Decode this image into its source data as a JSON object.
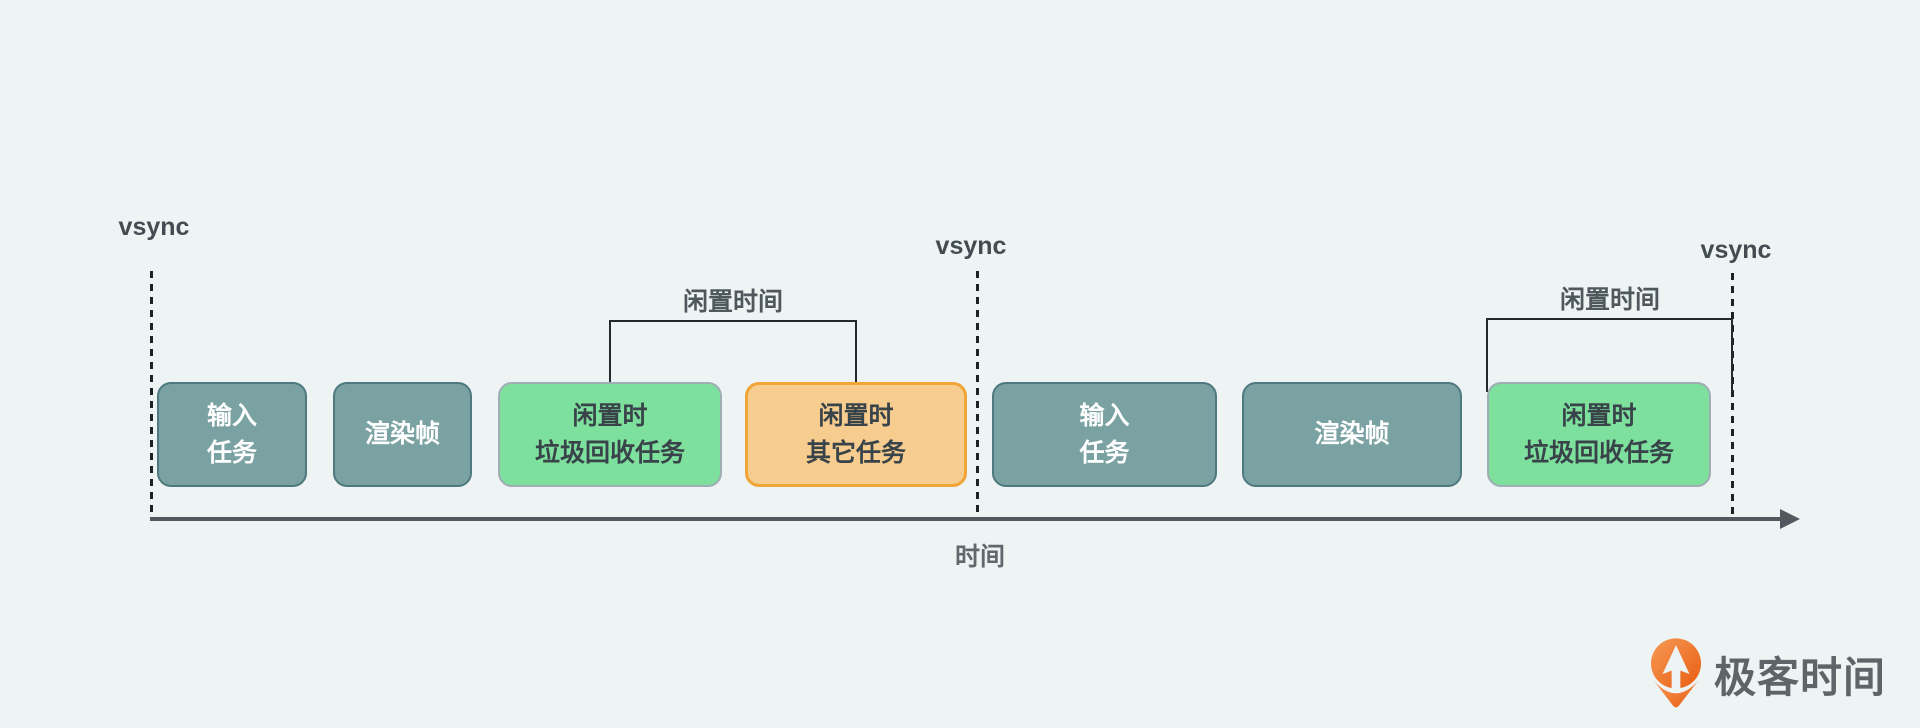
{
  "diagram": {
    "vsync_markers": [
      {
        "label": "vsync"
      },
      {
        "label": "vsync"
      },
      {
        "label": "vsync"
      }
    ],
    "idle_brackets": [
      {
        "label": "闲置时间"
      },
      {
        "label": "闲置时间"
      }
    ],
    "boxes": [
      {
        "id": "input-task-1",
        "type": "teal",
        "line1": "输入",
        "line2": "任务"
      },
      {
        "id": "render-frame-1",
        "type": "teal",
        "line1": "渲染帧"
      },
      {
        "id": "idle-gc-task-1",
        "type": "green",
        "line1": "闲置时",
        "line2": "垃圾回收任务"
      },
      {
        "id": "idle-other-task",
        "type": "orange",
        "line1": "闲置时",
        "line2": "其它任务"
      },
      {
        "id": "input-task-2",
        "type": "teal",
        "line1": "输入",
        "line2": "任务"
      },
      {
        "id": "render-frame-2",
        "type": "teal",
        "line1": "渲染帧"
      },
      {
        "id": "idle-gc-task-2",
        "type": "green",
        "line1": "闲置时",
        "line2": "垃圾回收任务"
      }
    ],
    "axis_label": "时间"
  },
  "logo": {
    "brand": "极客时间",
    "icon": "geektime-pin-logo-icon"
  },
  "colors": {
    "background": "#eef3f4",
    "teal_fill": "#7ba2a3",
    "teal_border": "#4d797f",
    "teal_text": "#ffffff",
    "green_fill": "#7ee09d",
    "green_border": "#9fadb5",
    "orange_fill": "#f7cc8f",
    "orange_border": "#f0a636",
    "dark_text": "#39434a",
    "marker_line": "#1d2125",
    "axis": "#53585e",
    "label_text": "#4f585c",
    "brand_orange": "#ed6a1f",
    "brand_text": "#5e6468"
  }
}
